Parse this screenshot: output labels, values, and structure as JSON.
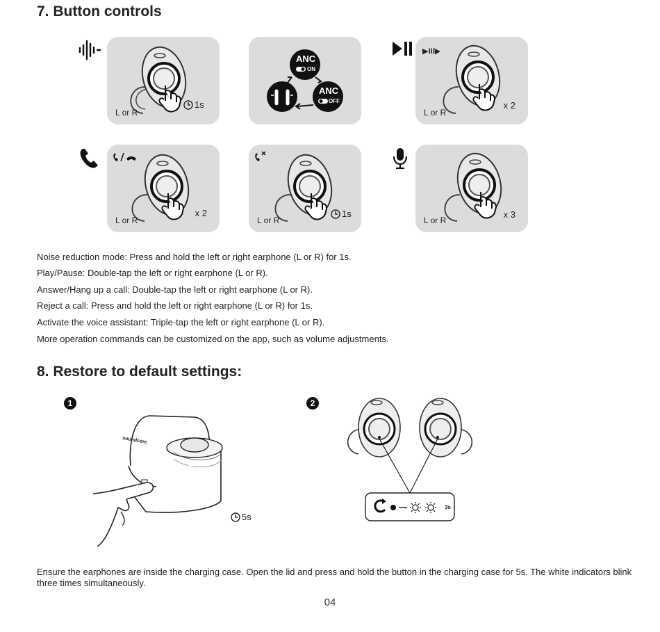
{
  "section7": {
    "title": "7. Button controls",
    "tiles": [
      {
        "hand_label": "L or R",
        "timer": "1s",
        "icon": "sound-wave-icon"
      },
      {
        "anc_on": "ANC",
        "anc_on_state": "ON",
        "anc_off": "ANC",
        "anc_off_state": "OFF",
        "icon": "anc-cycle-icon"
      },
      {
        "hand_label": "L or R",
        "multiplier": "x 2",
        "icon": "play-pause-icon",
        "sub": "▶II/▶"
      },
      {
        "hand_label": "L or R",
        "multiplier": "x 2",
        "icon": "phone-icon"
      },
      {
        "hand_label": "L or R",
        "timer": "1s",
        "icon": "reject-call-icon"
      },
      {
        "hand_label": "L or R",
        "multiplier": "x 3",
        "icon": "microphone-icon"
      }
    ],
    "instructions": [
      "Noise reduction mode: Press and hold the left or right earphone (L or R) for 1s.",
      "Play/Pause: Double-tap the left or right earphone (L or R).",
      "Answer/Hang up a call: Double-tap the left or right earphone (L or R).",
      "Reject a call: Press and hold the left or right earphone (L or R) for 1s.",
      "Activate the voice assistant: Triple-tap the left or right earphone (L or R).",
      "More operation commands can be customized on the app, such as volume adjustments."
    ]
  },
  "section8": {
    "title": "8. Restore to default settings:",
    "step1": "1",
    "step2": "2",
    "case_brand": "soundcore",
    "case_timer": "5s",
    "indicator_time": "3s",
    "paragraph": "Ensure the earphones are inside the charging case. Open the lid and press and hold the button in the charging case for 5s. The white indicators blink three times simultaneously."
  },
  "page_number": "04"
}
